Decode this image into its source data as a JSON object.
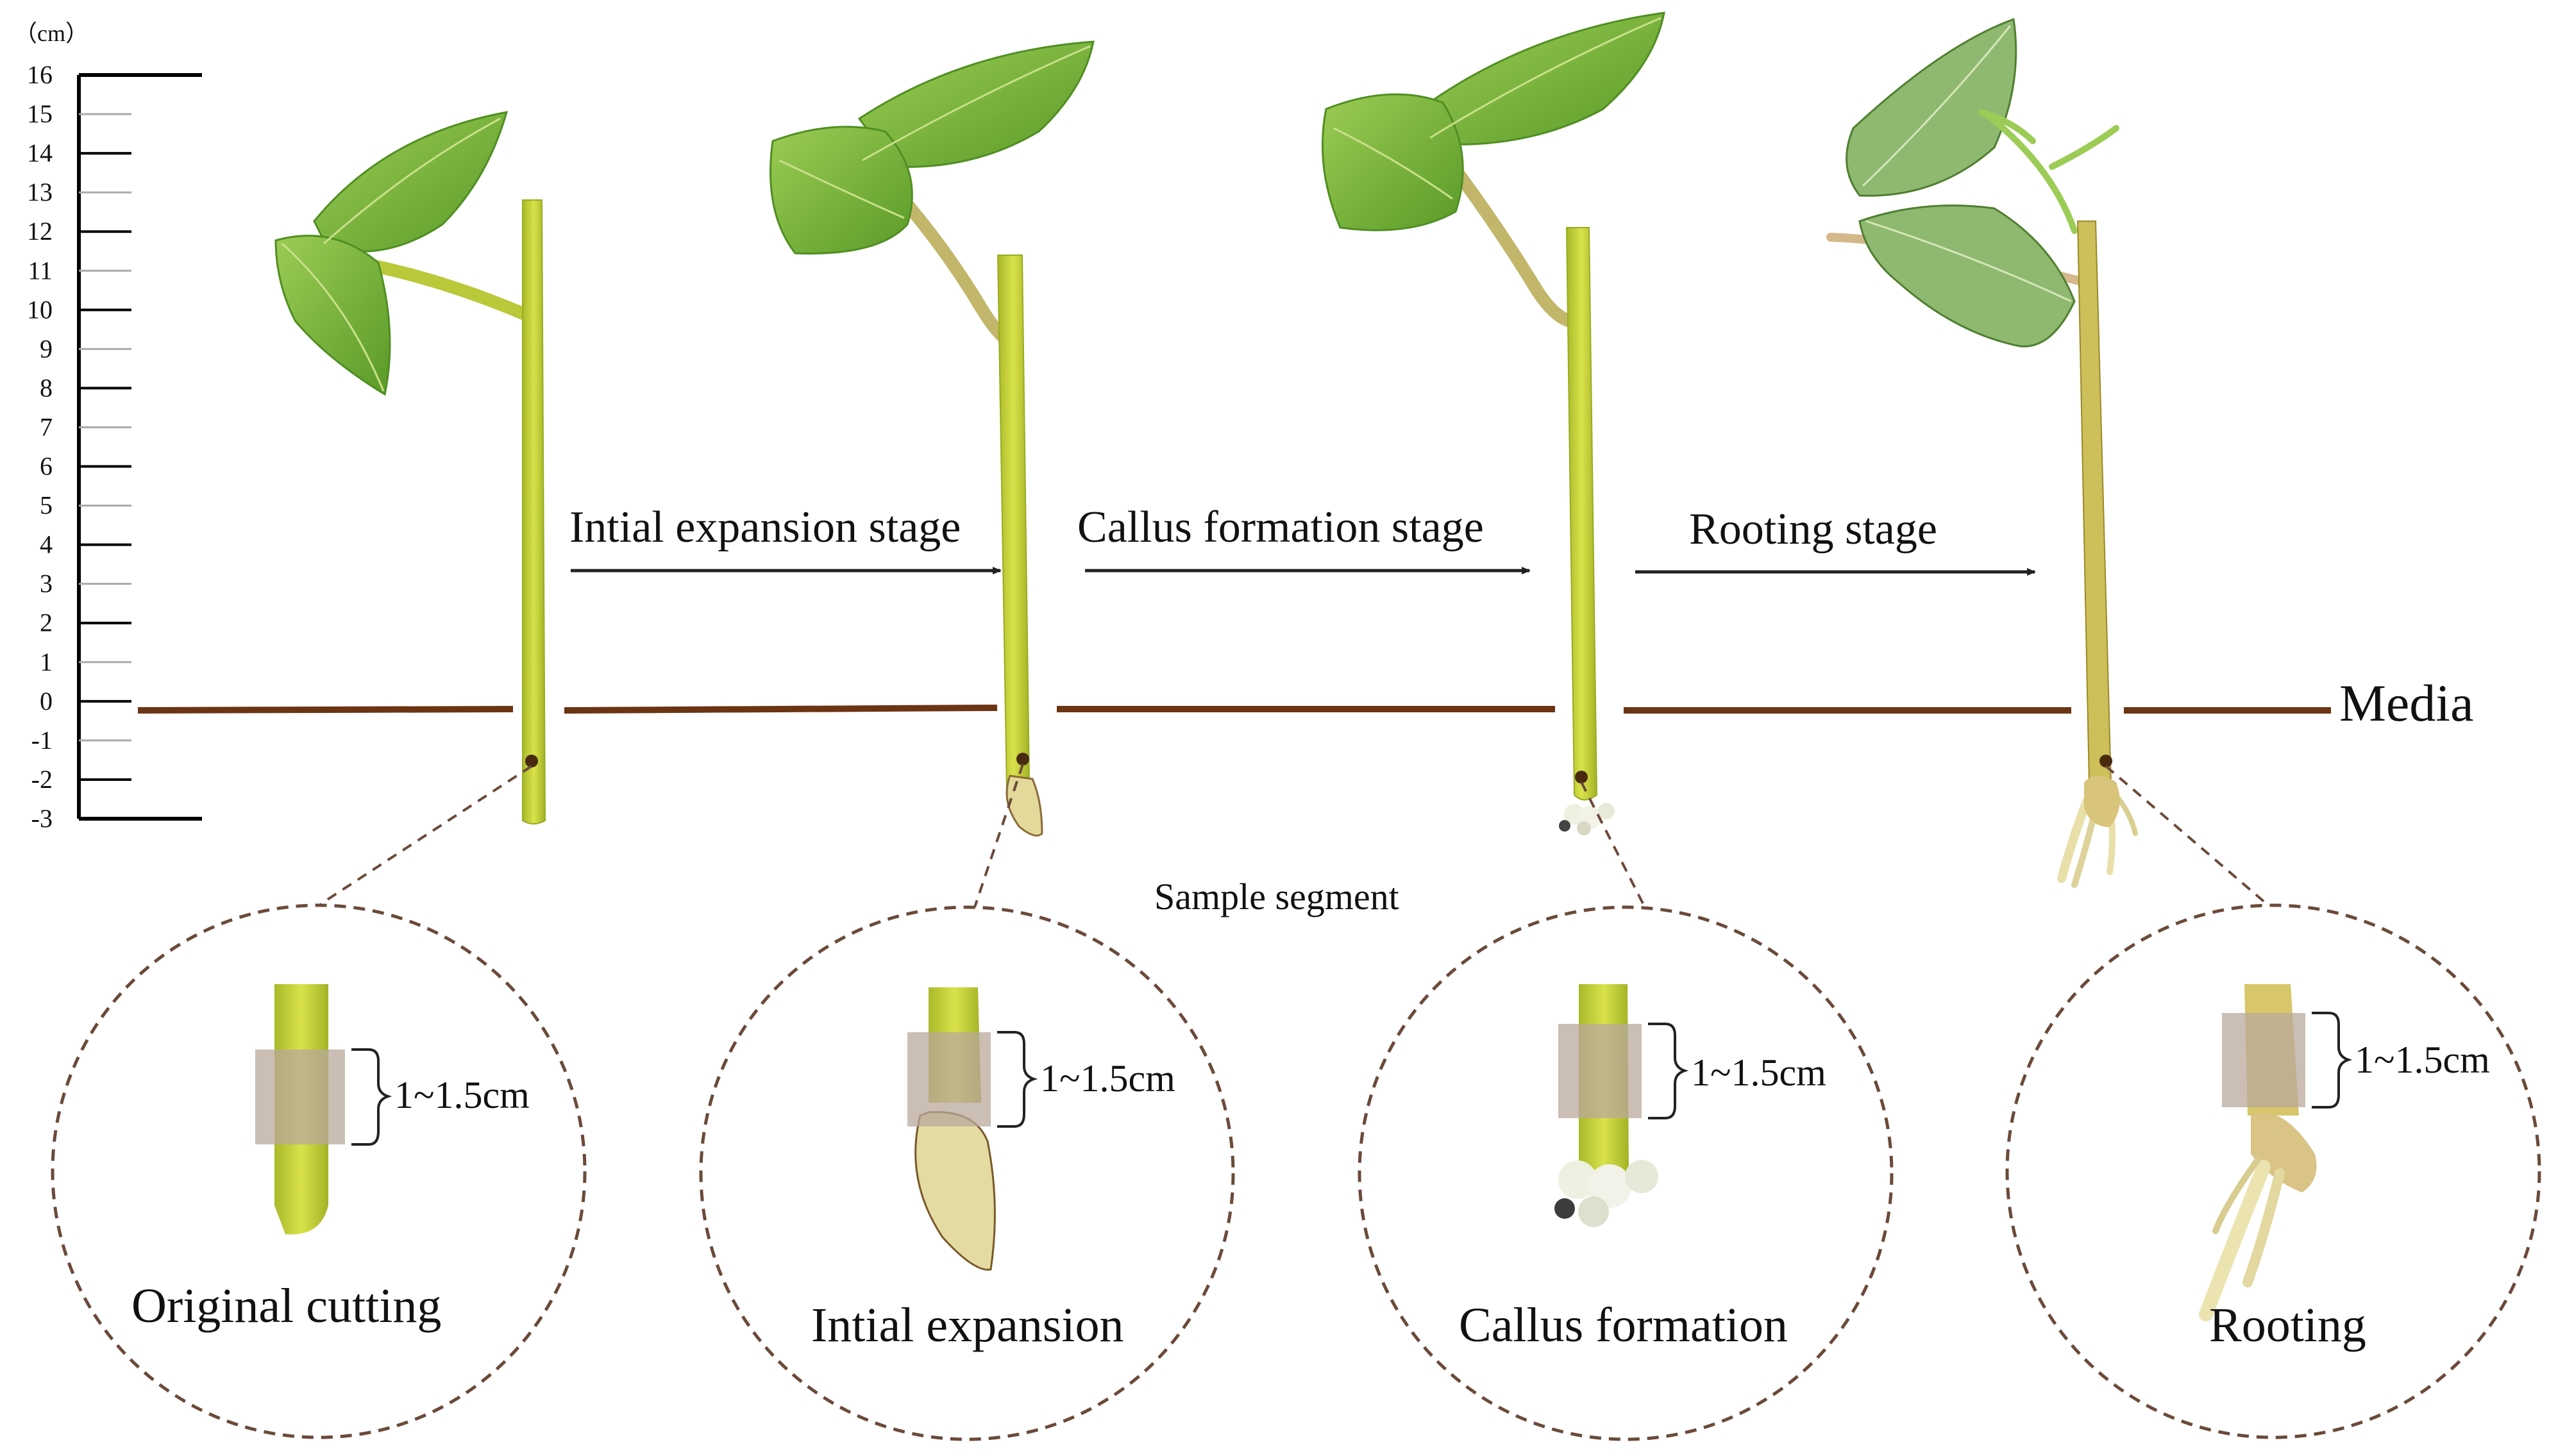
{
  "figure": {
    "ruler": {
      "unit_label": "（cm）",
      "ticks": [
        "16",
        "15",
        "14",
        "13",
        "12",
        "11",
        "10",
        "9",
        "8",
        "7",
        "6",
        "5",
        "4",
        "3",
        "2",
        "1",
        "0",
        "-1",
        "-2",
        "-3"
      ]
    },
    "stages": [
      {
        "label": "Intial expansion stage"
      },
      {
        "label": "Callus formation stage"
      },
      {
        "label": "Rooting stage"
      }
    ],
    "media_label": "Media",
    "sample_segment_label": "Sample segment",
    "details": [
      {
        "label": "Original cutting",
        "range": "1~1.5cm"
      },
      {
        "label": "Intial expansion",
        "range": "1~1.5cm"
      },
      {
        "label": "Callus formation",
        "range": "1~1.5cm"
      },
      {
        "label": "Rooting",
        "range": "1~1.5cm"
      }
    ],
    "colors": {
      "media_line": "#6b3413",
      "leader_dash": "#6b4a3a",
      "stem": "#c9d63a",
      "leaf": "#7fbe3a",
      "leaf_dark": "#4f8f22",
      "sample_box": "#b8a89c"
    }
  }
}
